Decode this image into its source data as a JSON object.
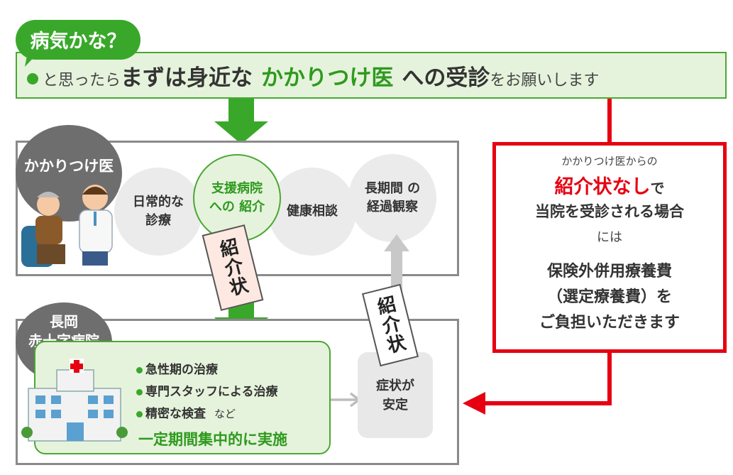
{
  "banner": {
    "bubble": "病気かな？",
    "part1": "と思ったら",
    "part2": "まずは身近な",
    "part3": "かかりつけ医",
    "part4": "への受診",
    "part5": "をお願いします"
  },
  "clinic": {
    "label": "かかりつけ医",
    "circles": {
      "daily_1": "日常的な",
      "daily_2": "診療",
      "support_1": "支援病院",
      "support_2": "への 紹介",
      "health": "健康相談",
      "long_1": "長期間 の",
      "long_2": "経過観察"
    }
  },
  "referral_letter": "紹介状",
  "hospital": {
    "label_1": "長岡",
    "label_2": "赤十字病院",
    "items": [
      "急性期の治療",
      "専門スタッフによる治療",
      "精密な検査"
    ],
    "items_suffix": "など",
    "summary": "一定期間集中的に実施",
    "stable_1": "症状が",
    "stable_2": "安定"
  },
  "notice": {
    "line1": "かかりつけ医からの",
    "line2_red": "紹介状なし",
    "line2_rest": "で",
    "line3": "当院を受診される場合",
    "line4": "には",
    "line5": "保険外併用療養費",
    "line6": "（選定療養費）を",
    "line7": "ご負担いただきます"
  },
  "colors": {
    "green": "#39a82a",
    "red": "#e60012",
    "gray_border": "#8a8a8a"
  }
}
